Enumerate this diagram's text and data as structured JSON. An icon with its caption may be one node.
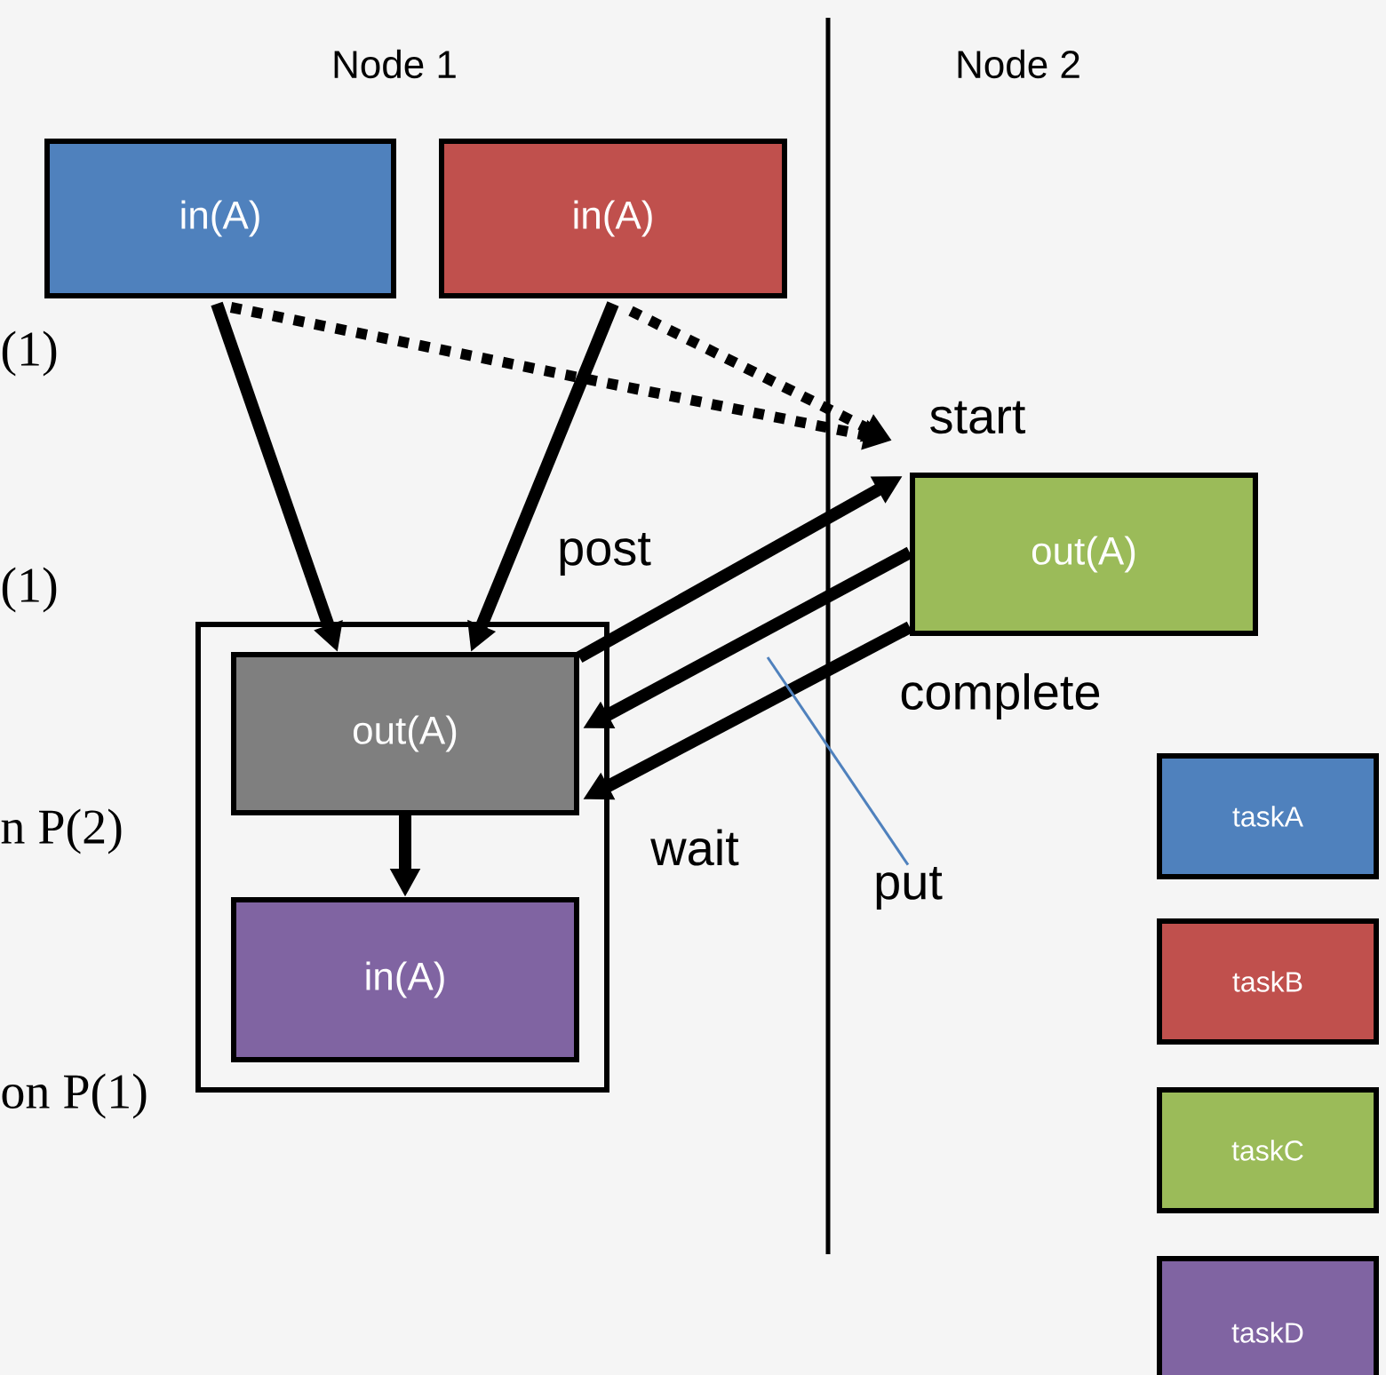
{
  "diagram": {
    "nodes": [
      {
        "text": [
          "in(A)"
        ]
      },
      {
        "text": [
          "in(A)"
        ]
      },
      {
        "text": [],
        "shape": "box"
      },
      {
        "text": [
          "out(A)"
        ],
        "in": 2
      },
      {
        "text": [
          "in(A)"
        ],
        "in": 2
      },
      {
        "text": [
          "out(A)"
        ]
      },
      {
        "text": [
          "taskA"
        ]
      },
      {
        "text": [
          "taskB"
        ]
      },
      {
        "text": [
          "taskC"
        ]
      },
      {
        "text": [
          "taskD"
        ]
      },
      {
        "text": [
          "put"
        ]
      }
    ],
    "edges": [
      {
        "from": 0,
        "to": 3,
        "arrow": "to"
      },
      {
        "from": 1,
        "to": 3,
        "arrow": "to"
      },
      {
        "from": 0,
        "to": 5,
        "arrow": "to",
        "style": "dashed"
      },
      {
        "from": 1,
        "to": 5,
        "arrow": "to",
        "style": "dashed",
        "label": "start"
      },
      {
        "from": 3,
        "to": 5,
        "arrow": "to",
        "label": "post"
      },
      {
        "from": 5,
        "to": 3,
        "arrow": "to",
        "label": "complete"
      },
      {
        "from": 5,
        "to": 3,
        "arrow": "to",
        "label": "wait"
      },
      {
        "from": 3,
        "to": 4,
        "arrow": "to"
      },
      {
        "from": 10,
        "to": null,
        "arrow": "none",
        "color": "#4f81bd"
      }
    ],
    "labels": [
      "Node 1",
      "Node 2",
      "(1)",
      "(1)",
      "n P(2)",
      "on P(1)"
    ]
  }
}
